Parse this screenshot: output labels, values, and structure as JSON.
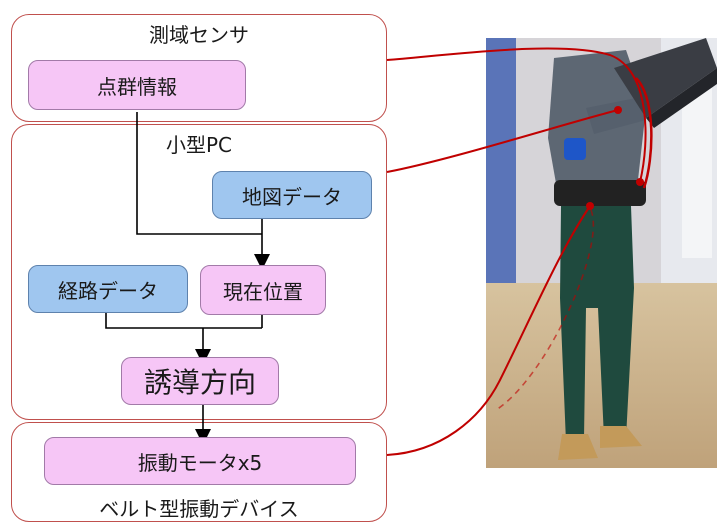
{
  "groups": {
    "sensor": "測域センサ",
    "pc": "小型PC",
    "device": "ベルト型振動デバイス"
  },
  "nodes": {
    "point_cloud": "点群情報",
    "map_data": "地図データ",
    "route_data": "経路データ",
    "current_position": "現在位置",
    "guidance_direction": "誘導方向",
    "vibration_motor": "振動モータx5"
  },
  "colors": {
    "group_border": "#c0504d",
    "pink_node": "#f6c6f6",
    "blue_node": "#9fc6ef",
    "connector_red": "#c00000",
    "flow_line": "#000000"
  },
  "photo": {
    "subject": "person standing with laptop wearing vibration belt"
  }
}
